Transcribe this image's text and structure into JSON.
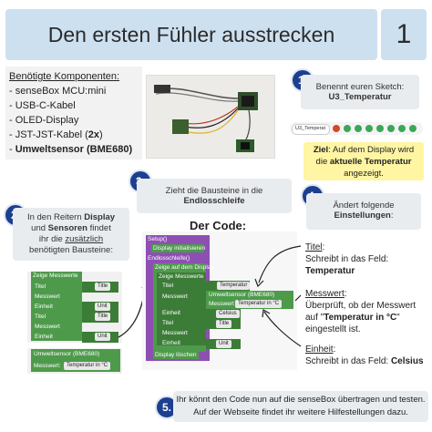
{
  "header": {
    "title": "Den ersten Fühler ausstrecken",
    "number": "1"
  },
  "components": {
    "heading": "Benötigte Komponenten:",
    "items": [
      "- senseBox MCU:mini",
      "- USB-C-Kabel",
      "- OLED-Display"
    ],
    "jst": {
      "prefix": "- JST-JST-Kabel (",
      "bold": "2x",
      "suffix": ")"
    },
    "sensor": {
      "prefix": "- ",
      "bold": "Umweltsensor (BME680)"
    }
  },
  "step1": {
    "num": "1.",
    "text": "Benennt euren Sketch:",
    "bold": "U3_Temperatur",
    "toolbar_label": "U3_Temperat"
  },
  "goal": {
    "label": "Ziel",
    "text1": ": Auf dem Display wird",
    "text2": "die",
    "bold": "aktuelle Temperatur",
    "text3": "angezeigt."
  },
  "step2": {
    "num": "2.",
    "l1a": "In den Reitern ",
    "l1b": "Display",
    "l2a": "und ",
    "l2b": "Sensoren",
    "l2c": " findet",
    "l3a": "ihr die ",
    "l3b": "zusätzlich",
    "l4": "benötigten Bausteine:"
  },
  "step3": {
    "num": "3.",
    "text": "Zieht die Bausteine in die",
    "bold": "Endlosschleife"
  },
  "step4": {
    "num": "4.",
    "text": "Ändert folgende",
    "bold": "Einstellungen",
    "suffix": ":"
  },
  "code": {
    "title": "Der Code:"
  },
  "left_blocks": {
    "header": "Zeige Messwerte",
    "rows": [
      "Titel",
      "Messwert",
      "Einheit",
      "Titel",
      "Messwert",
      "Einheit"
    ],
    "values": [
      "Title",
      "Unit",
      "Title",
      "Unit"
    ],
    "sensor_title": "Umweltsensor (BME680)",
    "sensor_label": "Messwert:",
    "sensor_value": "Temperatur in °C"
  },
  "code_blocks": {
    "setup": "Setup()",
    "display_init": "Display initialisieren",
    "loop": "Endlosschleife()",
    "show": "Zeige auf dem Display",
    "show_values": "Zeige Messwerte",
    "titel": "Titel",
    "messwert": "Messwert",
    "einheit": "Einheit",
    "temp_val": "Temperatur",
    "sensor": "Umweltsensor (BME680)",
    "sensor_messwert": "Messwert",
    "sensor_val": "Temperatur in °C",
    "celsius": "Celsius",
    "title_val": "Title",
    "unit_val": "Unit",
    "clear": "Display löschen"
  },
  "settings": {
    "titel_label": "Titel",
    "titel_text": "Schreibt in das Feld:",
    "titel_bold": "Temperatur",
    "messwert_label": "Messwert",
    "messwert_text1": "Überprüft, ob der Messwert",
    "messwert_text2": "auf \"",
    "messwert_bold": "Temperatur in °C",
    "messwert_text3": "\"",
    "messwert_text4": "eingestellt ist.",
    "einheit_label": "Einheit",
    "einheit_text": "Schreibt in das Feld: ",
    "einheit_bold": "Celsius"
  },
  "step5": {
    "num": "5.",
    "line1": "Ihr könnt den Code nun auf die senseBox übertragen und testen.",
    "line2": "Auf der Webseite findet ihr weitere Hilfestellungen dazu."
  }
}
